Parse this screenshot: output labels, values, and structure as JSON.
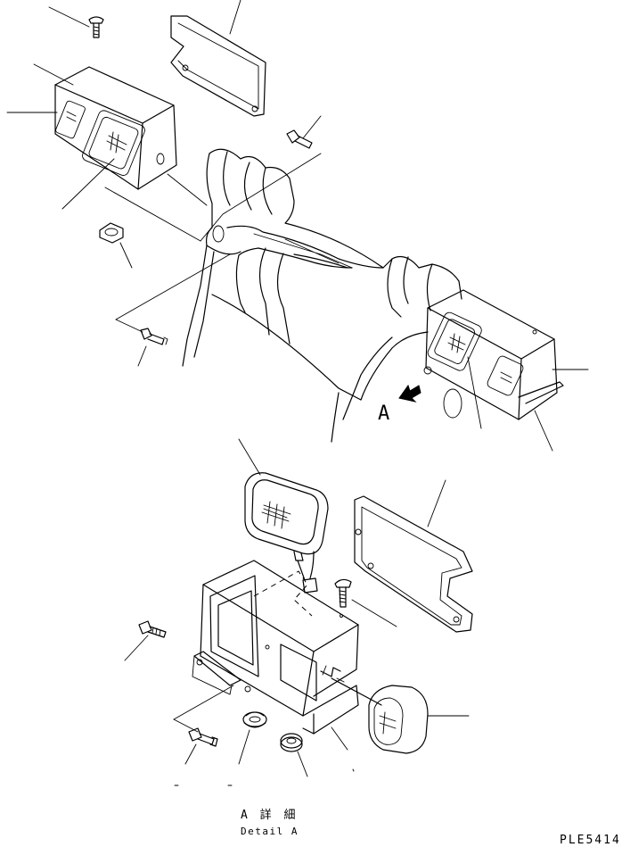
{
  "view_label": "A",
  "detail_title_jp": "A 詳 細",
  "detail_title_en": "Detail A",
  "drawing_code": "PLE5414"
}
